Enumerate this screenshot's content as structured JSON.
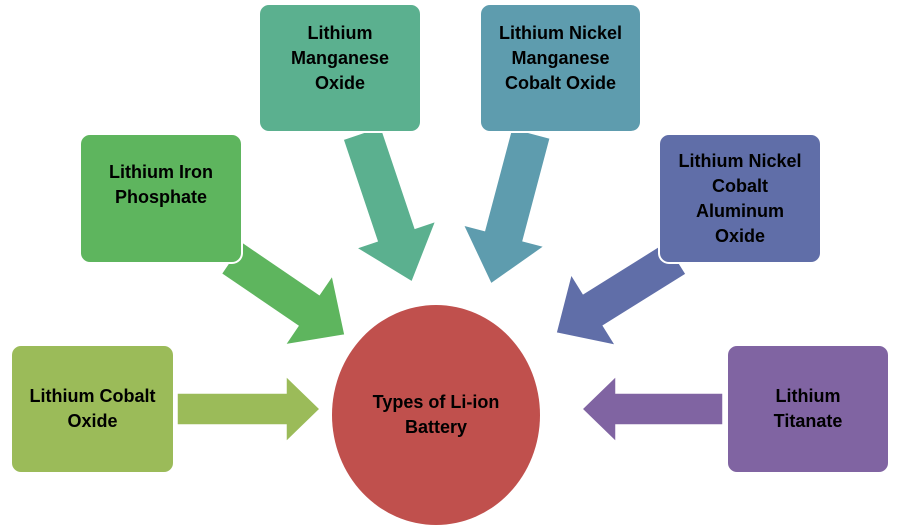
{
  "diagram": {
    "title": "Types of Li-ion Battery",
    "center": {
      "label": "Types of Li-ion\nBattery",
      "color": "#C0504D"
    },
    "nodes": [
      {
        "id": "lco",
        "label": "Lithium Cobalt\nOxide",
        "color": "#9BBB59"
      },
      {
        "id": "lfp",
        "label": "Lithium Iron\nPhosphate",
        "color": "#5EB55E"
      },
      {
        "id": "lmo",
        "label": "Lithium\nManganese\nOxide",
        "color": "#5BB08F"
      },
      {
        "id": "nmc",
        "label": "Lithium Nickel\nManganese\nCobalt Oxide",
        "color": "#5E9CAE"
      },
      {
        "id": "nca",
        "label": "Lithium Nickel\nCobalt\nAluminum\nOxide",
        "color": "#606EA8"
      },
      {
        "id": "lto",
        "label": "Lithium\nTitanate",
        "color": "#8064A2"
      }
    ]
  }
}
